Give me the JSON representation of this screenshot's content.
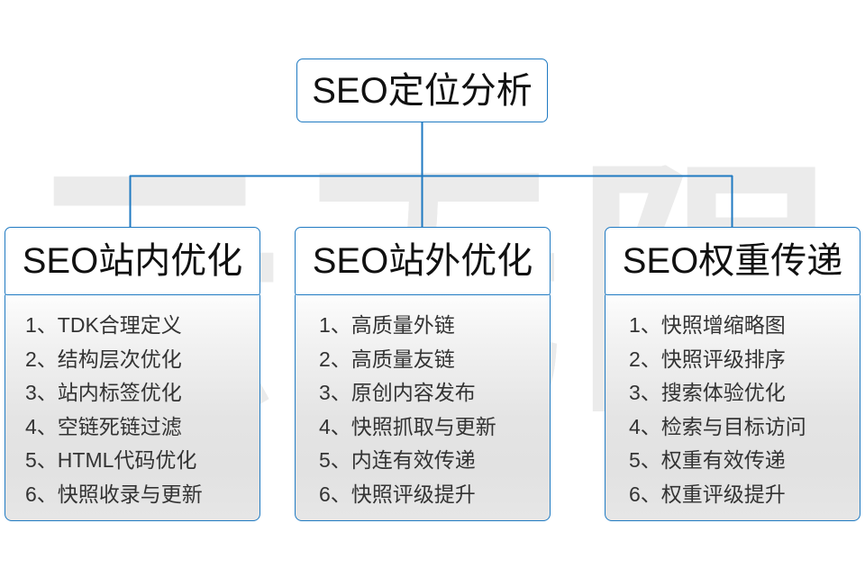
{
  "watermark": {
    "text": "云无限"
  },
  "colors": {
    "border_blue": "#1f7ac2",
    "connector_blue": "#1f7ac2",
    "title_text": "#111111",
    "list_text": "#333333",
    "page_background": "#ffffff",
    "header_background": "#ffffff",
    "body_gradient_top": "#fdfdfd",
    "body_gradient_mid": "#e4e4e4"
  },
  "root": {
    "title": "SEO定位分析"
  },
  "columns": [
    {
      "title": "SEO站内优化",
      "items": [
        "1、TDK合理定义",
        "2、结构层次优化",
        "3、站内标签优化",
        "4、空链死链过滤",
        "5、HTML代码优化",
        "6、快照收录与更新"
      ]
    },
    {
      "title": "SEO站外优化",
      "items": [
        "1、高质量外链",
        "2、高质量友链",
        "3、原创内容发布",
        "4、快照抓取与更新",
        "5、内连有效传递",
        "6、快照评级提升"
      ]
    },
    {
      "title": "SEO权重传递",
      "items": [
        "1、快照增缩略图",
        "2、快照评级排序",
        "3、搜索体验优化",
        "4、检索与目标访问",
        "5、权重有效传递",
        "6、权重评级提升"
      ]
    }
  ]
}
